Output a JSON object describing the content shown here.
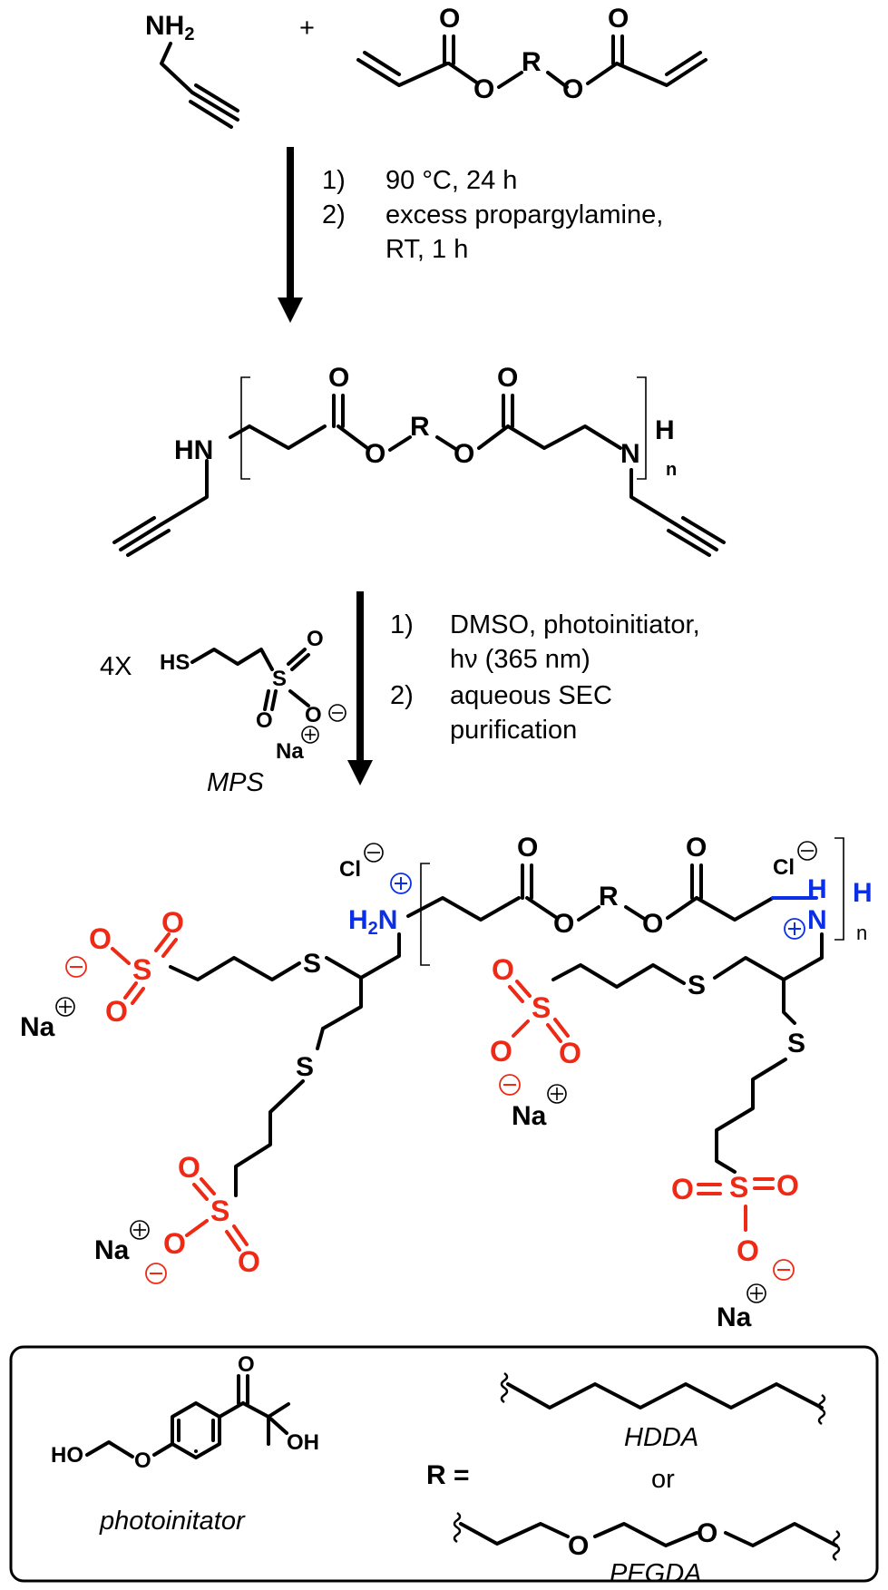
{
  "reactants": {
    "plus_sign": "+",
    "propargylamine_nh2": "NH",
    "propargylamine_sub": "2",
    "diacrylate_o_left": "O",
    "diacrylate_o_right": "O",
    "diacrylate_r": "R",
    "diacrylate_ester_o_left": "O",
    "diacrylate_ester_o_right": "O"
  },
  "step1": {
    "num1": "1)",
    "cond1": "90 °C, 24 h",
    "num2": "2)",
    "cond2_line1": "excess propargylamine,",
    "cond2_line2": "RT, 1 h"
  },
  "polymer": {
    "hn": "HN",
    "o_carbonyl_left": "O",
    "o_carbonyl_right": "O",
    "o_ester_left": "O",
    "o_ester_right": "O",
    "r": "R",
    "n_atom": "N",
    "h_end": "H",
    "n_sub": "n"
  },
  "step2": {
    "reagent_count": "4X",
    "hs": "HS",
    "s": "S",
    "o1": "O",
    "o2": "O",
    "o3": "O",
    "na": "Na",
    "mps_label": "MPS",
    "num1": "1)",
    "cond1_line1": "DMSO, photoinitiator,",
    "cond1_line2": "hν (365 nm)",
    "num2": "2)",
    "cond2_line1": "aqueous SEC",
    "cond2_line2": "purification"
  },
  "product": {
    "cl": "Cl",
    "h2n_h": "H",
    "h2n_sub": "2",
    "h2n_n": "N",
    "o_carbonyl_left": "O",
    "o_carbonyl_right": "O",
    "o_ester_left": "O",
    "o_ester_right": "O",
    "r": "R",
    "right_h_top": "H",
    "right_h_end": "H",
    "right_n": "N",
    "n_sub": "n",
    "s": "S",
    "o": "O",
    "na": "Na"
  },
  "legend": {
    "ho": "HO",
    "o_ether": "O",
    "o_ketone": "O",
    "oh": "OH",
    "photoinitiator_label": "photoinitator",
    "r_equals": "R =",
    "hdda_label": "HDDA",
    "or_label": "or",
    "pegda_o": "O",
    "pegda_label": "PEGDA"
  },
  "colors": {
    "sulfonate": "#ee2a16",
    "ammonium": "#0b2fe6",
    "bond": "#000000"
  }
}
